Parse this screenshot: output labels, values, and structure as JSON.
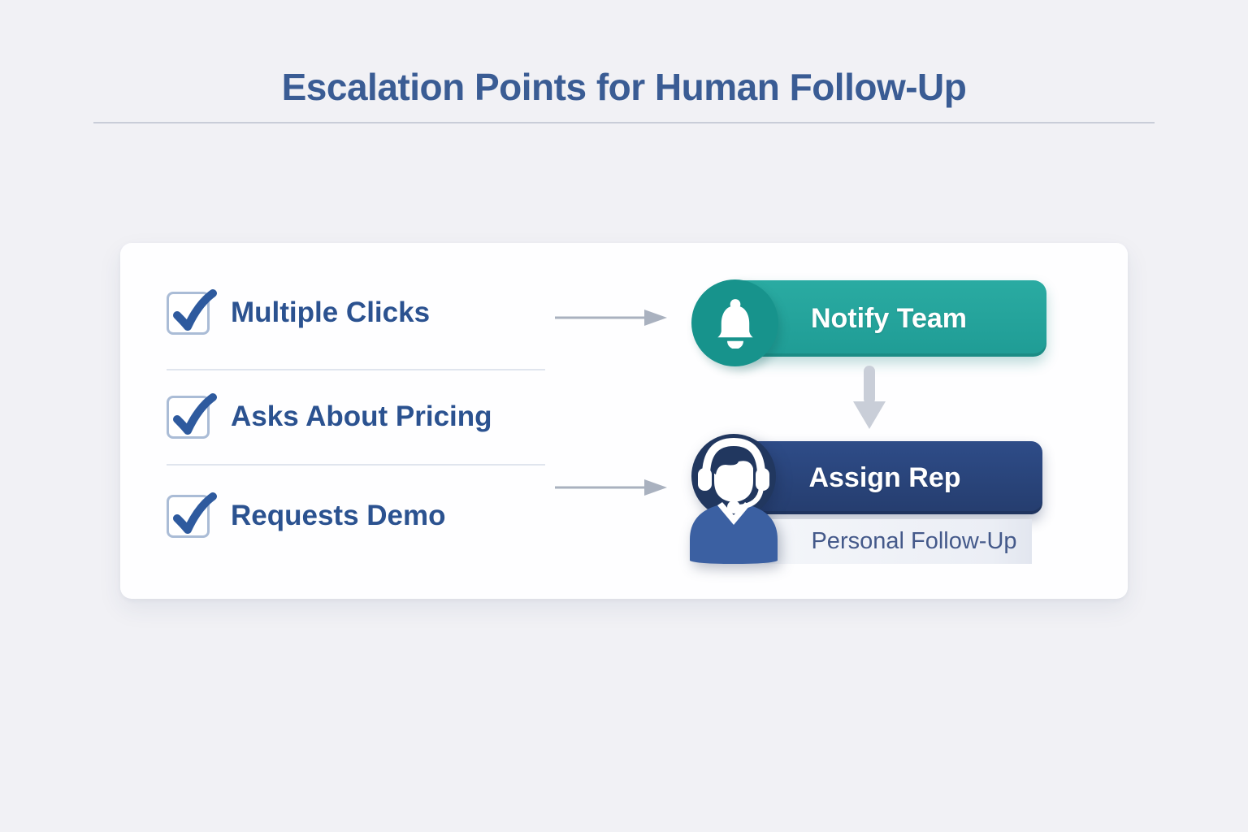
{
  "page": {
    "title": "Escalation Points for Human Follow-Up"
  },
  "checklist": {
    "items": [
      {
        "label": "Multiple Clicks",
        "checked": true
      },
      {
        "label": "Asks About Pricing",
        "checked": true
      },
      {
        "label": "Requests Demo",
        "checked": true
      }
    ]
  },
  "actions": {
    "notify_team": {
      "label": "Notify Team",
      "icon": "bell-icon",
      "bg_color": "#22a39b",
      "icon_bg_color": "#17938c"
    },
    "assign_rep": {
      "label": "Assign Rep",
      "icon": "support-agent-icon",
      "bg_color": "#2a4379",
      "icon_bg_color": "#21375f",
      "sublabel": "Personal Follow-Up"
    }
  },
  "colors": {
    "page_background": "#f1f1f5",
    "card_background": "#fefeff",
    "title_text": "#3a5c94",
    "checklist_text": "#2b5290",
    "checkbox_border": "#aabcd6",
    "connector_arrow": "#a9b1bf",
    "flow_arrow": "#c9ced8",
    "sublabel_text": "#44598a"
  }
}
